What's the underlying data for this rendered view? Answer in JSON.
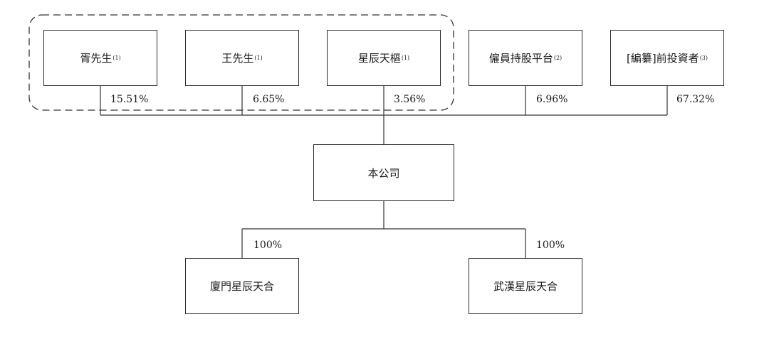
{
  "shareholders": [
    {
      "label": "胥先生",
      "note": "(1)",
      "percent": "15.51%"
    },
    {
      "label": "王先生",
      "note": "(1)",
      "percent": "6.65%"
    },
    {
      "label": "星辰天樞",
      "note": "(1)",
      "percent": "3.56%"
    },
    {
      "label": "僱員持股平台",
      "note": "(2)",
      "percent": "6.96%"
    },
    {
      "label": "[編纂]前投資者",
      "note": "(3)",
      "percent": "67.32%"
    }
  ],
  "company": {
    "label": "本公司"
  },
  "subsidiaries": [
    {
      "label": "廈門星辰天合",
      "percent": "100%"
    },
    {
      "label": "武漢星辰天合",
      "percent": "100%"
    }
  ]
}
